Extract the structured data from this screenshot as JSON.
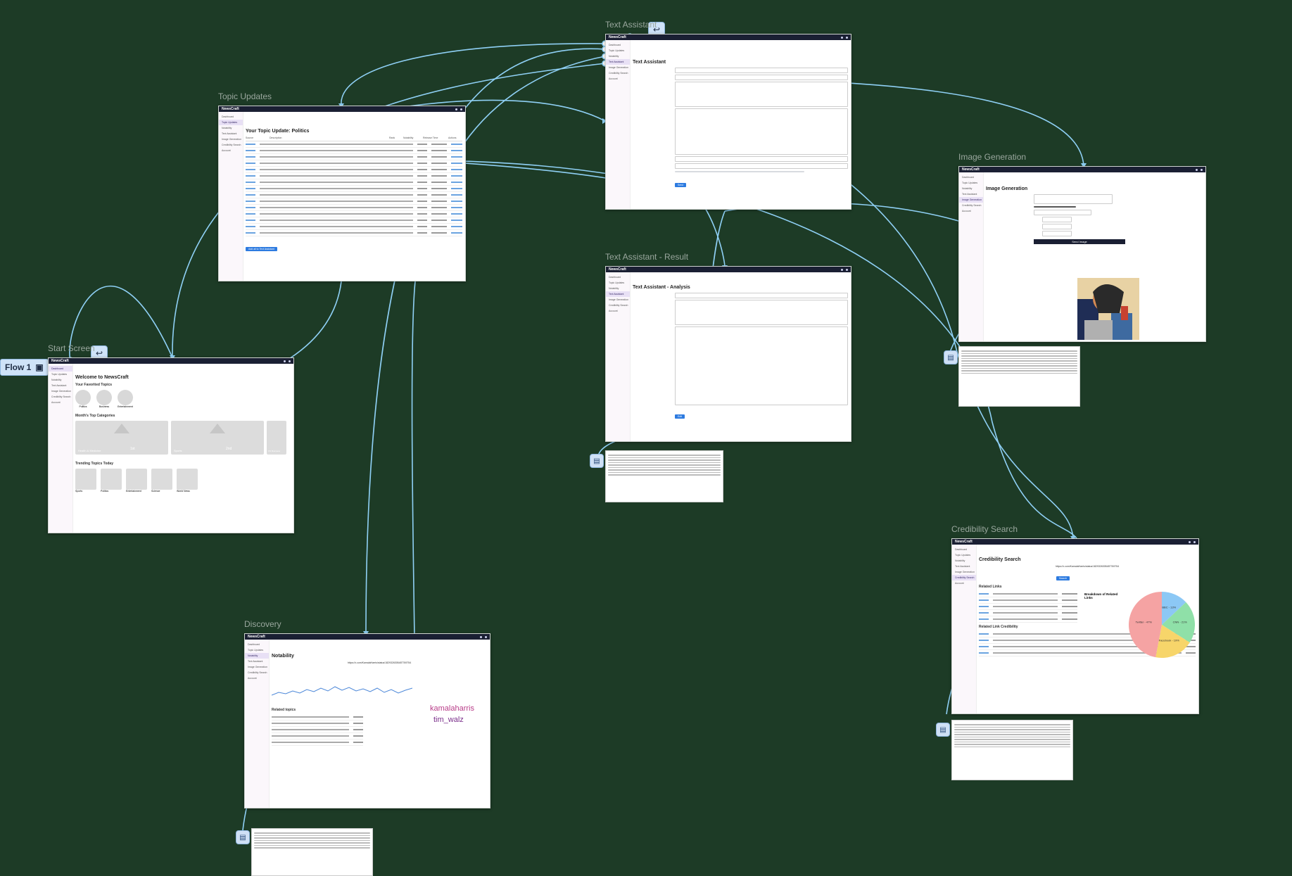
{
  "canvas": {
    "background": "#1d3b26",
    "wire_color": "#8fd0f5"
  },
  "flow": {
    "label": "Flow 1"
  },
  "frames": {
    "start": {
      "label": "Start Screen",
      "heading": "Welcome to NewsCraft",
      "favorites": "Your Favorited Topics",
      "categories": "Month's Top Categories",
      "trending": "Trending Topics Today",
      "fav_items": [
        "Politics",
        "Business",
        "Entertainment"
      ],
      "cat_items": [
        "Health & Medicine",
        "1st",
        "Sports",
        "2nd",
        "US Business"
      ],
      "trend_items": [
        "Sports",
        "Politics",
        "Entertainment",
        "Science",
        "World News"
      ]
    },
    "topic": {
      "label": "Topic Updates",
      "heading": "Your Topic Update: Politics",
      "columns": [
        "Source",
        "Description",
        "Rank",
        "Notability",
        "Release Time",
        "Actions"
      ],
      "footer_button": "Add all to Text Assistant"
    },
    "text": {
      "label": "Text Assistant",
      "heading": "Text Assistant",
      "button": "Send"
    },
    "result": {
      "label": "Text Assistant - Result",
      "heading": "Text Assistant - Analysis",
      "button": "Edit"
    },
    "image": {
      "label": "Image Generation",
      "heading": "Image Generation",
      "button": "Send Image"
    },
    "cred": {
      "label": "Credibility Search",
      "heading": "Credibility Search",
      "url": "https://x.com/KamalaHarris/status/1829326305487769754",
      "related": "Related Links",
      "breakdown": "Breakdown of Related Links",
      "related_cred": "Related Link Credibility",
      "button": "Search"
    },
    "discovery": {
      "label": "Discovery",
      "heading": "Notability",
      "url": "https://x.com/KamalaHarris/status/1829326305487769754",
      "related": "Related topics",
      "terms": [
        "kamalaharris",
        "tim_walz"
      ]
    }
  },
  "sidebar_items": [
    "Dashboard",
    "Topic Updates",
    "Notability",
    "Text Assistant",
    "Image Generation",
    "Credibility Search",
    "Account"
  ],
  "app_name": "NewsCraft",
  "chart_data": {
    "type": "pie",
    "title": "Breakdown of Related Links",
    "slices": [
      {
        "name": "BBC",
        "value": 13,
        "label": "BBC - 13%",
        "color": "#8cc8f5"
      },
      {
        "name": "CNN",
        "value": 21,
        "label": "CNN - 21%",
        "color": "#8fe0a8"
      },
      {
        "name": "Facebook",
        "value": 19,
        "label": "Facebook - 19%",
        "color": "#f7d56a"
      },
      {
        "name": "Twitter",
        "value": 47,
        "label": "Twitter - 47%",
        "color": "#f5a3a3"
      }
    ]
  }
}
